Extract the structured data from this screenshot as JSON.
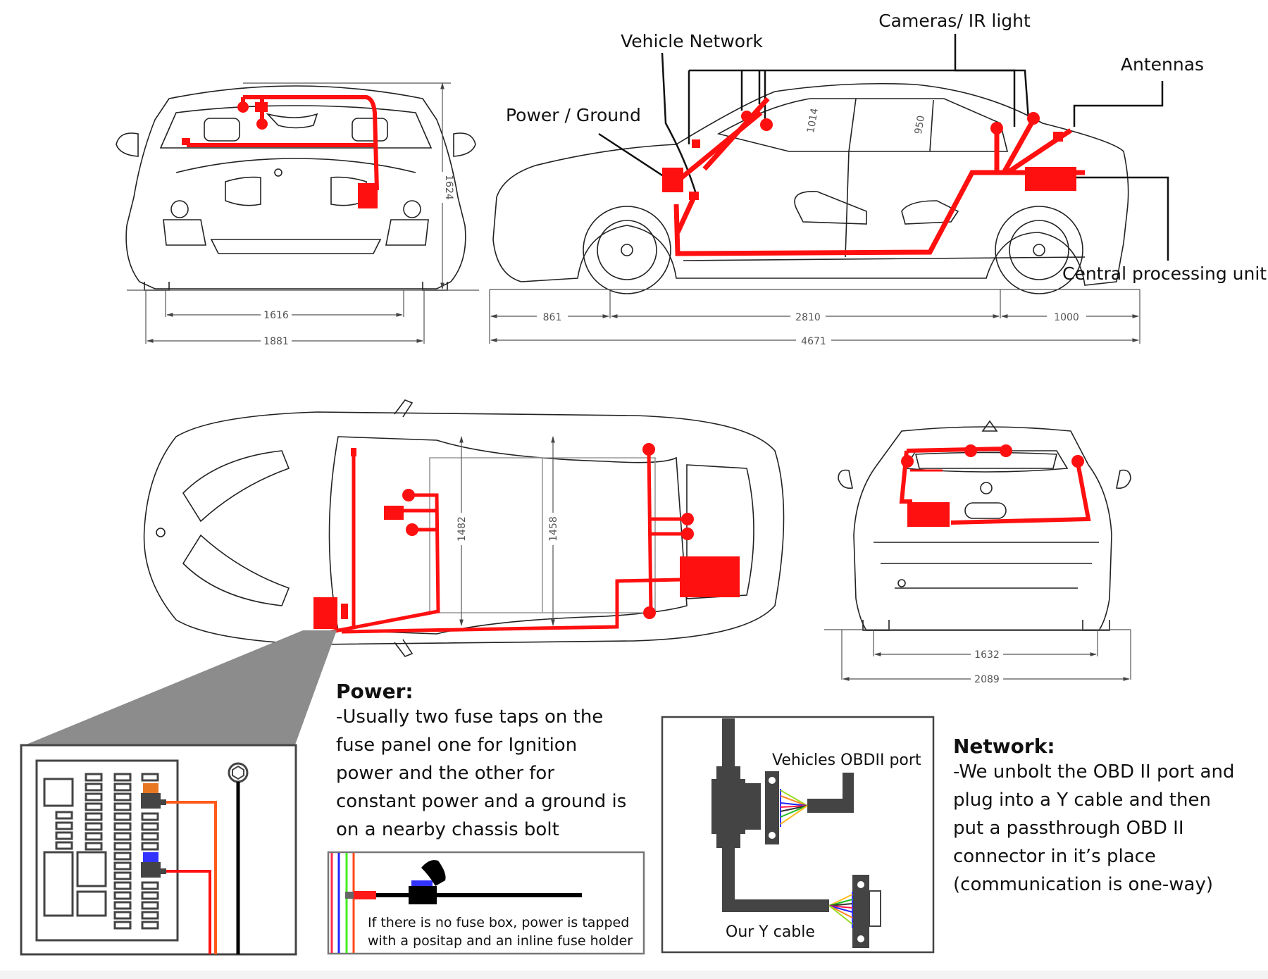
{
  "callouts": {
    "cameras": "Cameras/ IR light",
    "vehicle_network": "Vehicle Network",
    "antennas": "Antennas",
    "power_ground": "Power / Ground",
    "cpu": "Central processing unit"
  },
  "dimensions": {
    "front": {
      "height": "1624",
      "track": "1616",
      "width": "1881"
    },
    "side": {
      "front_overhang": "861",
      "wheelbase": "2810",
      "rear_overhang": "1000",
      "length": "4671",
      "front_headroom": "1014",
      "rear_headroom": "950"
    },
    "top": {
      "front_shoulder": "1482",
      "rear_shoulder": "1458"
    },
    "rear": {
      "track": "1632",
      "width": "2089"
    }
  },
  "power": {
    "heading": "Power:",
    "lines": [
      "-Usually two fuse taps on the",
      "fuse panel one for Ignition",
      "power and the other for",
      "constant power and a ground is",
      "on a nearby chassis bolt"
    ],
    "positap_caption": [
      "If there is no fuse box, power is tapped",
      "with a positap and an inline fuse holder"
    ]
  },
  "network": {
    "heading": "Network:",
    "lines": [
      "-We unbolt the OBD II port and",
      "plug into a Y cable and then",
      "put a passthrough OBD II",
      "connector in it’s place",
      "(communication is one-way)"
    ],
    "vehicle_port_label": "Vehicles OBDII port",
    "y_cable_label": "Our Y cable"
  },
  "colors": {
    "wiring": "#ff1010",
    "outline": "#333333",
    "orange_fuse": "#e87722",
    "blue_fuse": "#3333ff",
    "orange_wire": "#ff5a1a",
    "ground_wire": "#000000",
    "zoom_wedge": "#8c8c8c"
  }
}
